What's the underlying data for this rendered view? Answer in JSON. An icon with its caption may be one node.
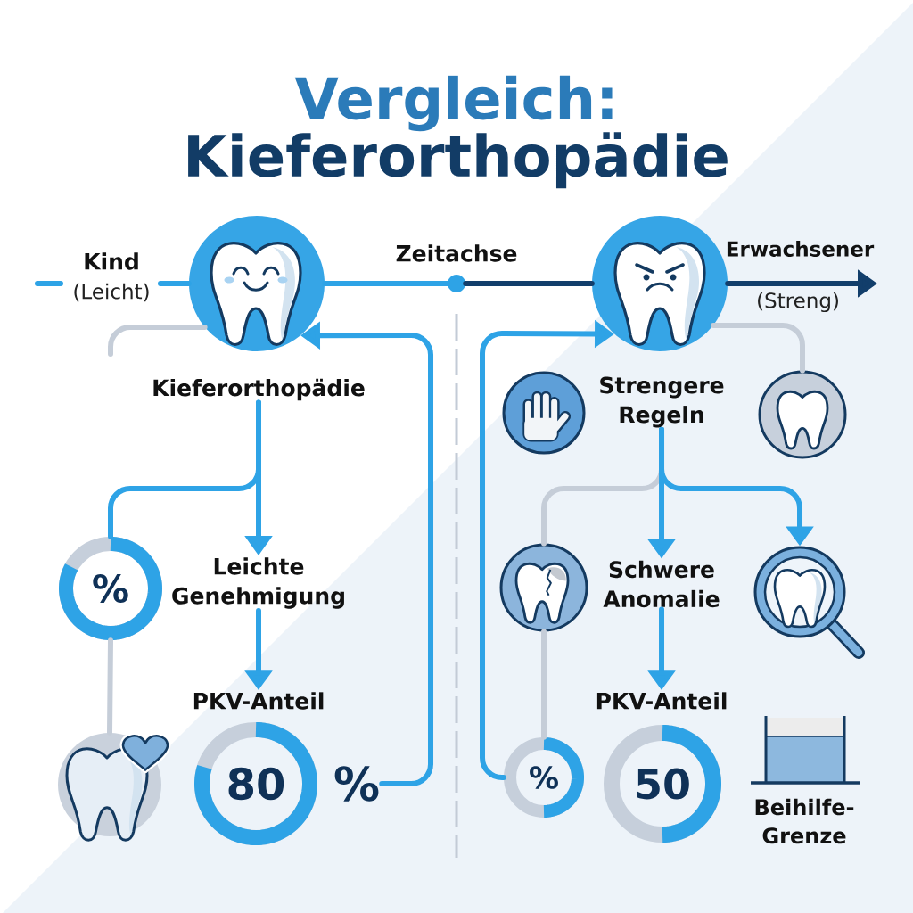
{
  "diagram": {
    "title": "Vergleich: Kieferorthopädie",
    "nodes": [
      {
        "text": [],
        "shape": "picture",
        "beside": [
          "Kind",
          "(Leicht)"
        ]
      },
      {
        "text": [],
        "shape": "circle",
        "beside": [
          "Zeitachse"
        ]
      },
      {
        "text": [],
        "shape": "picture",
        "beside": [
          "Erwachsener",
          "(Streng)"
        ]
      },
      {
        "text": [
          "Kieferorthopädie"
        ]
      },
      {
        "text": [],
        "shape": "picture"
      },
      {
        "text": [
          "Strengere Regeln"
        ]
      },
      {
        "text": [],
        "shape": "picture"
      },
      {
        "text": [
          "%"
        ]
      },
      {
        "text": [
          "Leichte Genehmigung"
        ]
      },
      {
        "text": [],
        "shape": "picture"
      },
      {
        "text": [
          "Schwere Anomalie"
        ]
      },
      {
        "text": [],
        "shape": "picture"
      },
      {
        "text": [
          "PKV-Anteil"
        ]
      },
      {
        "text": [
          "PKV-Anteil"
        ]
      },
      {
        "text": [],
        "shape": "picture"
      },
      {
        "text": [
          "80"
        ]
      },
      {
        "text": [
          "%"
        ]
      },
      {
        "text": [
          "%"
        ]
      },
      {
        "text": [
          "50"
        ]
      },
      {
        "text": [
          "Beihilfe- Grenze"
        ]
      }
    ],
    "edges": [
      {
        "from": null,
        "to": 0,
        "arrow": "none"
      },
      {
        "from": 0,
        "to": 1,
        "arrow": "none"
      },
      {
        "from": 1,
        "to": 2,
        "arrow": "none",
        "color": "#123e6b"
      },
      {
        "from": 2,
        "to": null,
        "arrow": "to",
        "color": "#123e6b"
      },
      {
        "from": 0,
        "to": null,
        "arrow": "none",
        "color": "#c5cdd8"
      },
      {
        "from": 2,
        "to": 6,
        "arrow": "none",
        "color": "#c5cdd8"
      },
      {
        "from": 3,
        "to": 8,
        "arrow": "to"
      },
      {
        "from": 3,
        "to": 7,
        "arrow": "none"
      },
      {
        "from": 8,
        "to": 12,
        "arrow": "to"
      },
      {
        "from": 7,
        "to": 14,
        "arrow": "none",
        "color": "#c5cdd8"
      },
      {
        "from": 16,
        "to": 0,
        "arrow": "to"
      },
      {
        "from": 5,
        "to": 9,
        "arrow": "none",
        "color": "#c5cdd8"
      },
      {
        "from": 5,
        "to": 10,
        "arrow": "to"
      },
      {
        "from": 5,
        "to": 11,
        "arrow": "to"
      },
      {
        "from": 10,
        "to": 13,
        "arrow": "to"
      },
      {
        "from": 9,
        "to": 17,
        "arrow": "none",
        "color": "#c5cdd8"
      },
      {
        "from": 17,
        "to": 2,
        "arrow": "to"
      }
    ]
  }
}
